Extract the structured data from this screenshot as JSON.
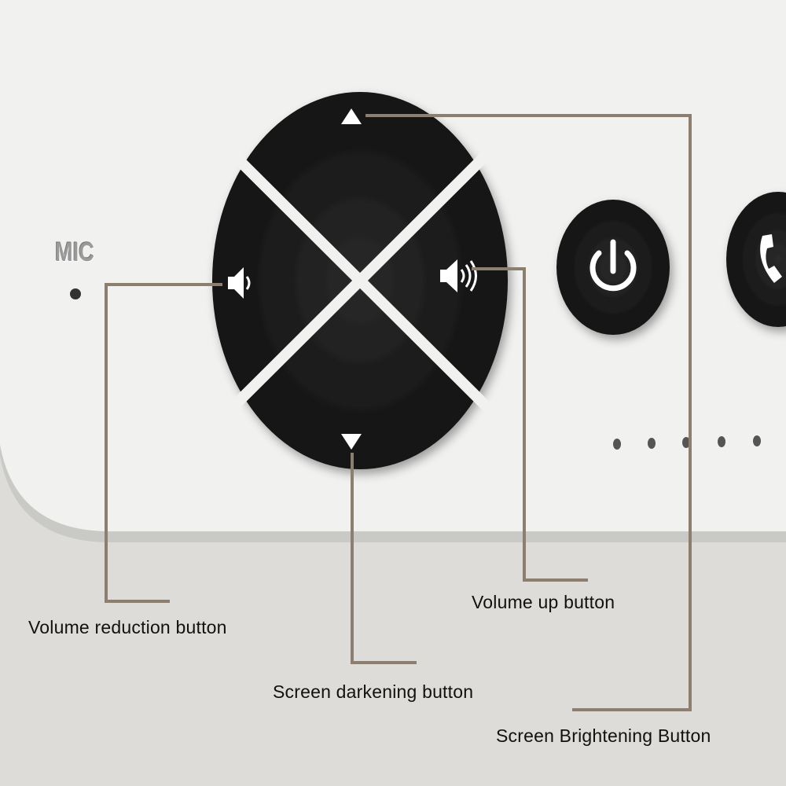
{
  "device": {
    "mic_label": "MIC",
    "buttons": [
      "brightness-up",
      "volume-down",
      "volume-up",
      "brightness-down",
      "power",
      "phone"
    ],
    "indicator_dots": 5
  },
  "callouts": {
    "volume_down": "Volume reduction button",
    "brightness_down": "Screen darkening button",
    "volume_up": "Volume up button",
    "brightness_up": "Screen Brightening Button"
  },
  "colors": {
    "background": "#dddcd8",
    "panel": "#f1f1f0",
    "button": "#151515",
    "leader_line": "#8d7f70"
  }
}
